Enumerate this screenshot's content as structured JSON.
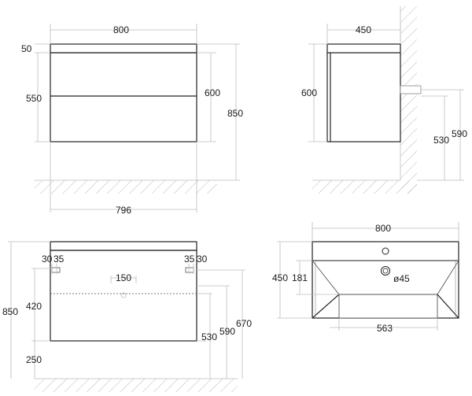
{
  "front_view": {
    "width": "800",
    "top_thickness": "50",
    "lower_drawer": "550",
    "drawer_height": "600",
    "total_height": "850",
    "bottom_width": "796"
  },
  "side_view": {
    "depth": "450",
    "height": "600",
    "wall_bracket_height": "530",
    "wall_top_height": "590"
  },
  "install_view": {
    "left_offset_a": "30",
    "left_offset_b": "35",
    "right_offset_b": "35",
    "right_offset_a": "30",
    "bracket_gap": "150",
    "upper_zone": "420",
    "total": "850",
    "floor_gap": "250",
    "level_530": "530",
    "level_590": "590",
    "level_670": "670"
  },
  "top_view": {
    "width": "800",
    "depth": "450",
    "bowl_offset": "181",
    "drain_diameter": "ø45",
    "bowl_width": "563"
  }
}
